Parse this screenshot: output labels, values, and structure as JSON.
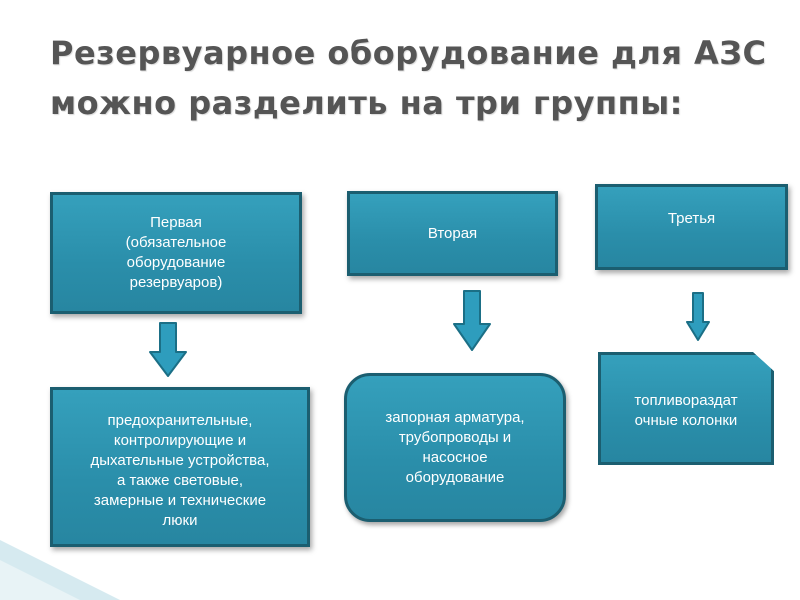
{
  "slide": {
    "title": "Резервуарное оборудование для АЗС можно разделить на три группы:"
  },
  "groups": [
    {
      "label": "Первая\n(обязательное\nоборудование\nрезервуаров)",
      "details": "предохранительные,\nконтролирующие и\nдыхательные устройства,\nа также световые,\nзамерные и технические\nлюки"
    },
    {
      "label": "Вторая",
      "details": "запорная арматура,\nтрубопроводы и\nнасосное\nоборудование"
    },
    {
      "label": "Третья",
      "details": "топливораздат\nочные колонки"
    }
  ],
  "colors": {
    "box_fill": "#2b91ad",
    "box_border": "#1b5e70",
    "arrow_fill": "#2e9dbd",
    "title_text": "#555555"
  }
}
